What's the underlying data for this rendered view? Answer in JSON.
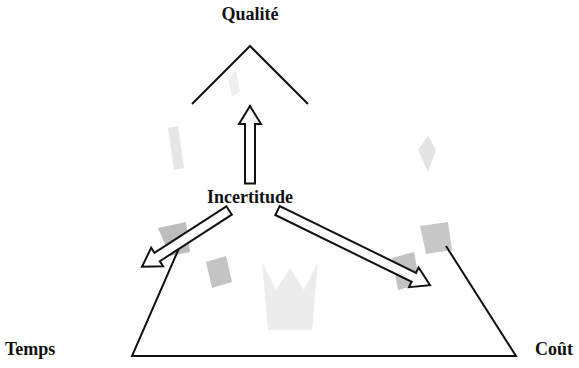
{
  "diagram": {
    "nodes": [
      {
        "text": [
          "Qualité"
        ]
      },
      {
        "text": [
          "Incertitude"
        ]
      },
      {
        "text": [
          "Temps"
        ]
      },
      {
        "text": [
          "Coût"
        ]
      }
    ],
    "edges": [
      {
        "from": 1,
        "to": 0,
        "arrow": "to"
      },
      {
        "from": 1,
        "to": 2,
        "arrow": "to"
      },
      {
        "from": 1,
        "to": 3,
        "arrow": "to"
      }
    ]
  }
}
